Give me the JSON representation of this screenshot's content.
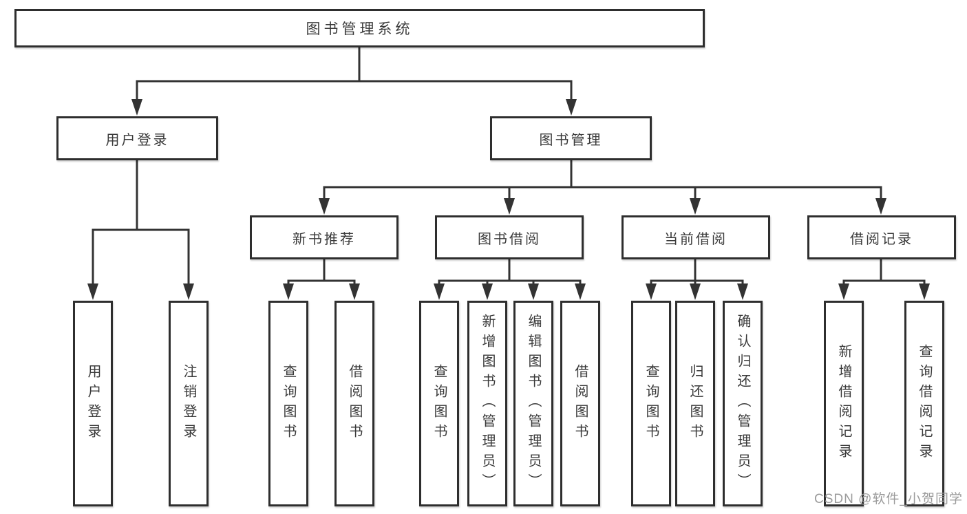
{
  "diagram_title": "图书管理系统",
  "watermark": "CSDN @软件_小贺同学",
  "colors": {
    "line": "#333333",
    "box_border": "#2e2e2e",
    "text": "#3a3a3a",
    "watermark": "#9b9b9b",
    "background": "#ffffff"
  },
  "tree": {
    "root": {
      "label": "图书管理系统"
    },
    "branches": [
      {
        "label": "用户登录",
        "children": [
          {
            "label": "用户登录"
          },
          {
            "label": "注销登录"
          }
        ]
      },
      {
        "label": "图书管理",
        "children": [
          {
            "label": "新书推荐",
            "children": [
              {
                "label": "查询图书"
              },
              {
                "label": "借阅图书"
              }
            ]
          },
          {
            "label": "图书借阅",
            "children": [
              {
                "label": "查询图书"
              },
              {
                "label": "新增图书（管理员）"
              },
              {
                "label": "编辑图书（管理员）"
              },
              {
                "label": "借阅图书"
              }
            ]
          },
          {
            "label": "当前借阅",
            "children": [
              {
                "label": "查询图书"
              },
              {
                "label": "归还图书"
              },
              {
                "label": "确认归还（管理员）"
              }
            ]
          },
          {
            "label": "借阅记录",
            "children": [
              {
                "label": "新增借阅记录"
              },
              {
                "label": "查询借阅记录"
              }
            ]
          }
        ]
      }
    ]
  }
}
